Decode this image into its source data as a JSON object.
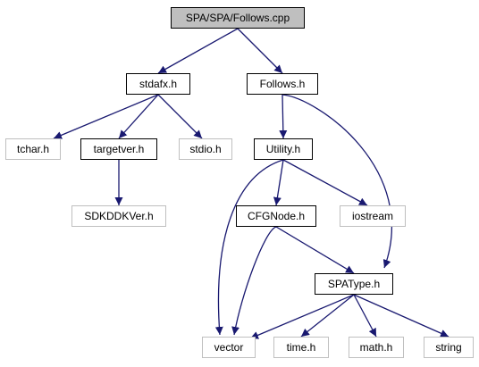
{
  "graph": {
    "root": "SPA/SPA/Follows.cpp",
    "nodes": {
      "follows_cpp": "SPA/SPA/Follows.cpp",
      "stdafx_h": "stdafx.h",
      "follows_h": "Follows.h",
      "tchar_h": "tchar.h",
      "targetver_h": "targetver.h",
      "stdio_h": "stdio.h",
      "utility_h": "Utility.h",
      "sdkddkver_h": "SDKDDKVer.h",
      "cfgnode_h": "CFGNode.h",
      "iostream": "iostream",
      "spatype_h": "SPAType.h",
      "vector": "vector",
      "time_h": "time.h",
      "math_h": "math.h",
      "string": "string"
    },
    "edges": [
      [
        "follows_cpp",
        "stdafx_h"
      ],
      [
        "follows_cpp",
        "follows_h"
      ],
      [
        "stdafx_h",
        "tchar_h"
      ],
      [
        "stdafx_h",
        "targetver_h"
      ],
      [
        "stdafx_h",
        "stdio_h"
      ],
      [
        "targetver_h",
        "sdkddkver_h"
      ],
      [
        "follows_h",
        "utility_h"
      ],
      [
        "follows_h",
        "spatype_h"
      ],
      [
        "utility_h",
        "vector"
      ],
      [
        "utility_h",
        "cfgnode_h"
      ],
      [
        "utility_h",
        "iostream"
      ],
      [
        "cfgnode_h",
        "vector"
      ],
      [
        "cfgnode_h",
        "spatype_h"
      ],
      [
        "spatype_h",
        "vector"
      ],
      [
        "spatype_h",
        "time_h"
      ],
      [
        "spatype_h",
        "math_h"
      ],
      [
        "spatype_h",
        "string"
      ]
    ],
    "colors": {
      "edge": "#191970",
      "local_border": "#000000",
      "system_border": "#bfbfbf",
      "root_fill": "#bfbfbf"
    }
  }
}
